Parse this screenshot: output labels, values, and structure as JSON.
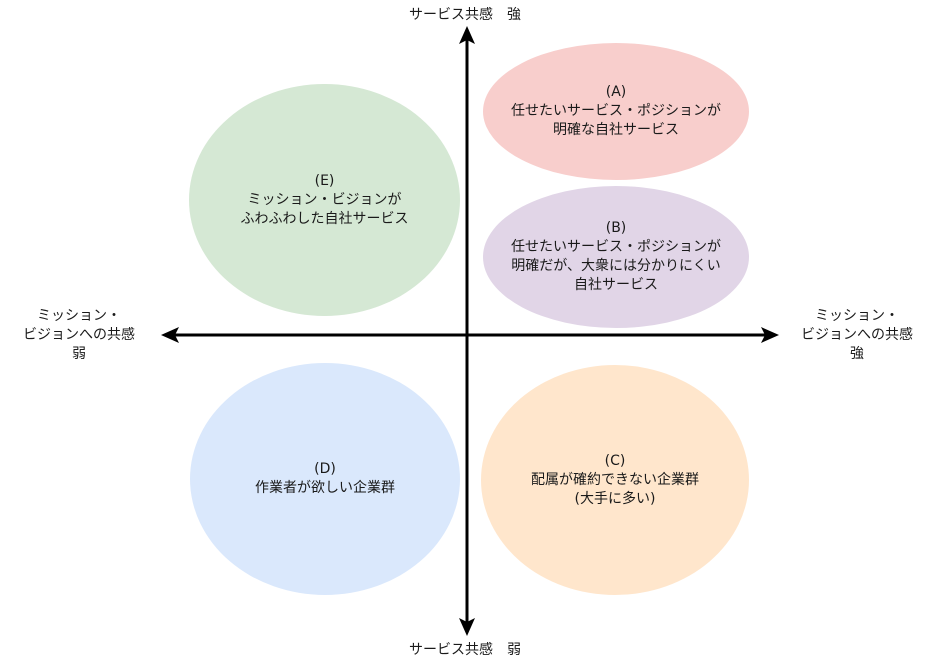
{
  "colors": {
    "axis": "#000000",
    "ellipse_a": "#f8cecc",
    "ellipse_b": "#e1d5e7",
    "ellipse_c": "#ffe6cc",
    "ellipse_d": "#dae8fc",
    "ellipse_e": "#d5e8d4"
  },
  "axes": {
    "top": "サービス共感　強",
    "bottom": "サービス共感　弱",
    "left": {
      "line1": "ミッション・",
      "line2": "ビジョンへの共感",
      "line3": "弱"
    },
    "right": {
      "line1": "ミッション・",
      "line2": "ビジョンへの共感",
      "line3": "強"
    }
  },
  "quadrants": {
    "a": {
      "id": "(A)",
      "line1": "任せたいサービス・ポジションが",
      "line2": "明確な自社サービス"
    },
    "b": {
      "id": "(B)",
      "line1": "任せたいサービス・ポジションが",
      "line2": "明確だが、大衆には分かりにくい",
      "line3": "自社サービス"
    },
    "c": {
      "id": "(C)",
      "line1": "配属が確約できない企業群",
      "line2": "(大手に多い)"
    },
    "d": {
      "id": "(D)",
      "line1": "作業者が欲しい企業群"
    },
    "e": {
      "id": "(E)",
      "line1": "ミッション・ビジョンが",
      "line2": "ふわふわした自社サービス"
    }
  }
}
